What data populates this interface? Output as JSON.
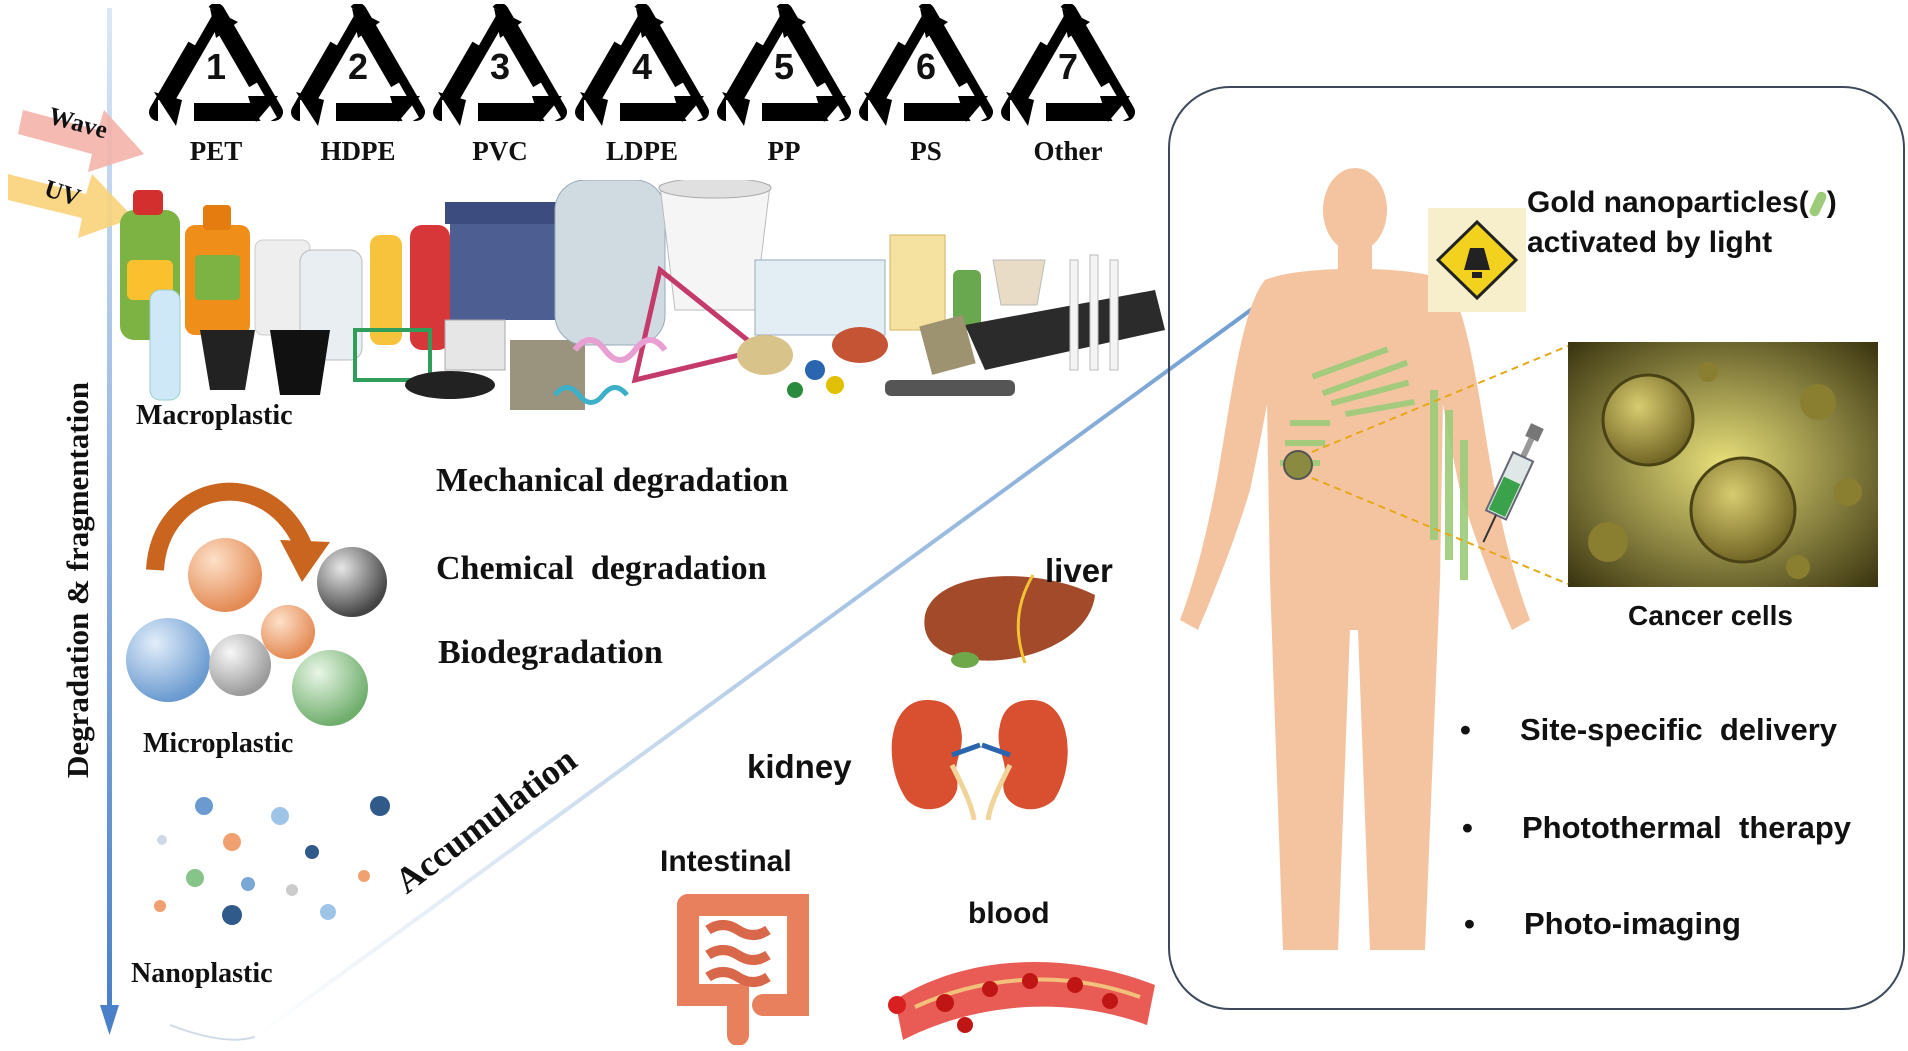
{
  "recycling": {
    "codes": [
      {
        "num": "1",
        "label": "PET"
      },
      {
        "num": "2",
        "label": "HDPE"
      },
      {
        "num": "3",
        "label": "PVC"
      },
      {
        "num": "4",
        "label": "LDPE"
      },
      {
        "num": "5",
        "label": "PP"
      },
      {
        "num": "6",
        "label": "PS"
      },
      {
        "num": "7",
        "label": "Other"
      }
    ]
  },
  "inputs": {
    "wave": "Wave",
    "uv": "UV"
  },
  "axis_label": "Degradation & fragmentation",
  "sizes": {
    "macro": "Macroplastic",
    "micro": "Microplastic",
    "nano": "Nanoplastic"
  },
  "degradation": {
    "mechanical": "Mechanical degradation",
    "chemical": "Chemical  degradation",
    "bio": "Biodegradation"
  },
  "accumulation": "Accumulation",
  "organs": {
    "liver": "liver",
    "kidney": "kidney",
    "intestinal": "Intestinal",
    "blood": "blood"
  },
  "panel": {
    "gold_line1": "Gold nanoparticles(",
    "gold_line1_end": ")",
    "gold_line2": "activated by light",
    "cancer": "Cancer cells",
    "bullets": [
      "Site-specific  delivery",
      "Photothermal  therapy",
      "Photo-imaging"
    ],
    "bullet_char": "•"
  },
  "colors": {
    "axis_arrow": "#5b8fd0",
    "wave_arrow": "#f4b3a8",
    "uv_arrow": "#f8d37a",
    "skin": "#f4c4a0",
    "panel_border": "#3d4a5c",
    "orange_arrow": "#c9651e"
  }
}
